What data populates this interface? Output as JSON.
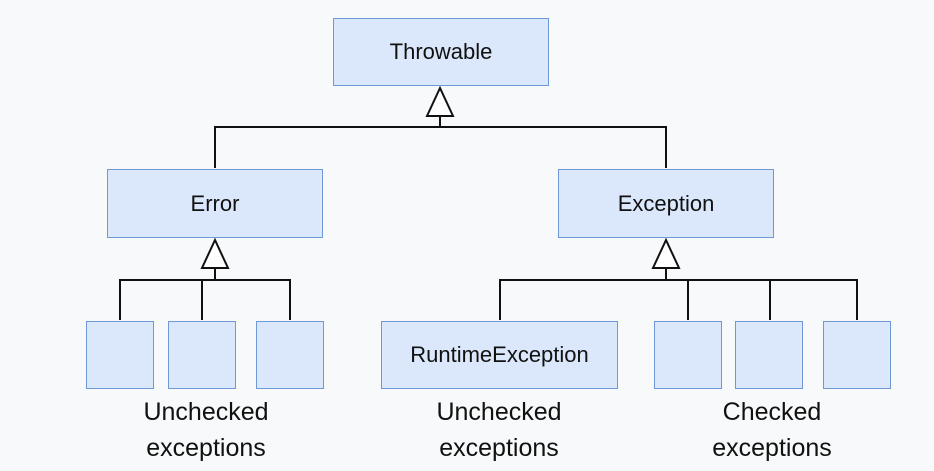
{
  "nodes": {
    "throwable": "Throwable",
    "error": "Error",
    "exception": "Exception",
    "runtime_exception": "RuntimeException"
  },
  "captions": {
    "error_children": [
      "Unchecked",
      "exceptions"
    ],
    "runtime_exception": [
      "Unchecked",
      "exceptions"
    ],
    "checked": [
      "Checked",
      "exceptions"
    ]
  },
  "colors": {
    "box_fill": "#dbe8fb",
    "box_border": "#6f99d6",
    "connector": "#111111",
    "background": "#f8f9fa"
  },
  "edge_style": "inheritance-hollow-triangle"
}
